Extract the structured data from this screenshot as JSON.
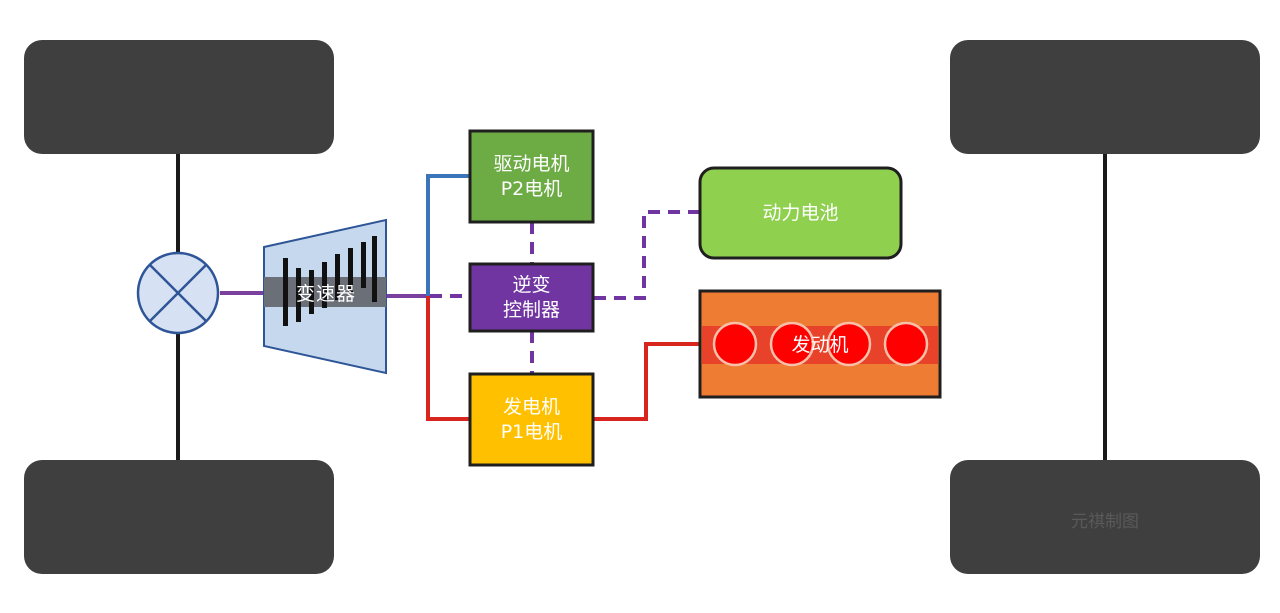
{
  "labels": {
    "gearbox": "变速器",
    "drive_motor": "驱动电机\nP2电机",
    "inverter": "逆变\n控制器",
    "battery": "动力电池",
    "engine": "发动机",
    "generator": "发电机\nP1电机"
  },
  "watermark": "元祺制图",
  "colors": {
    "tire": "#3f3f3f",
    "axle": "#1a1a1a",
    "differential_fill": "#d6e2f4",
    "differential_stroke": "#2e5597",
    "gearbox_fill": "#c5d8ee",
    "gearbox_band": "#6b6f78",
    "drive_motor_fill": "#6dab44",
    "inverter_fill": "#7035a0",
    "battery_fill": "#8fd14f",
    "engine_fill": "#ee7c33",
    "engine_band": "#e8432a",
    "cylinder": "#ff0000",
    "generator_fill": "#ffc000",
    "mech_link": "#7b3fa0",
    "blue_link": "#3a74b9",
    "red_link": "#d8251d",
    "electric_link": "#7035a0"
  }
}
